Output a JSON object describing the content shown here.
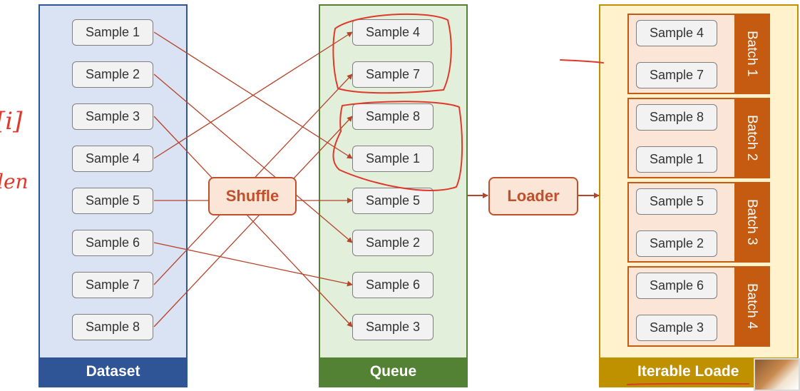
{
  "dataset": {
    "title": "Dataset",
    "samples": [
      "Sample 1",
      "Sample 2",
      "Sample 3",
      "Sample 4",
      "Sample 5",
      "Sample 6",
      "Sample 7",
      "Sample 8"
    ]
  },
  "queue": {
    "title": "Queue",
    "samples": [
      "Sample 4",
      "Sample 7",
      "Sample 8",
      "Sample 1",
      "Sample 5",
      "Sample 2",
      "Sample 6",
      "Sample 3"
    ]
  },
  "operations": {
    "shuffle": "Shuffle",
    "loader": "Loader"
  },
  "iterable_loader": {
    "title": "Iterable Loade",
    "batches": [
      {
        "label": "Batch 1",
        "samples": [
          "Sample 4",
          "Sample 7"
        ]
      },
      {
        "label": "Batch 2",
        "samples": [
          "Sample 8",
          "Sample 1"
        ]
      },
      {
        "label": "Batch 3",
        "samples": [
          "Sample 5",
          "Sample 2"
        ]
      },
      {
        "label": "Batch 4",
        "samples": [
          "Sample 6",
          "Sample 3"
        ]
      }
    ]
  },
  "annotations": {
    "margin_text_1": "[i]",
    "margin_text_2": "len"
  },
  "colors": {
    "dataset_fill": "#dae3f3",
    "dataset_border": "#2f5597",
    "queue_fill": "#e2efda",
    "queue_border": "#548235",
    "loader_fill": "#fff2cc",
    "loader_border": "#bf9000",
    "accent": "#c55a11",
    "ink": "#e0392b"
  }
}
